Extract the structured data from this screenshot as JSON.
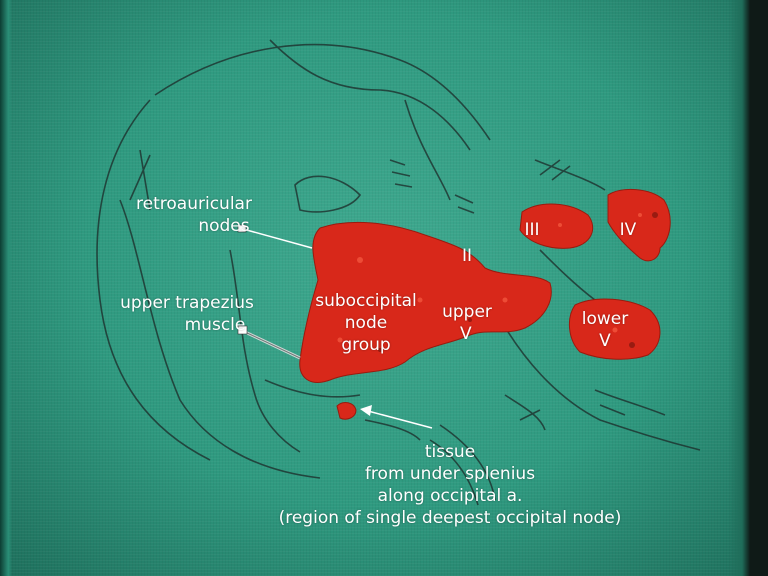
{
  "labels": {
    "retroauricular_line1": "retroauricular",
    "retroauricular_line2": "nodes",
    "upper_trapezius_line1": "upper trapezius",
    "upper_trapezius_line2": "muscle",
    "suboccipital_line1": "suboccipital",
    "suboccipital_line2": "node",
    "suboccipital_line3": "group",
    "level_ii": "II",
    "level_iii": "III",
    "level_iv": "IV",
    "upper_v_line1": "upper",
    "upper_v_line2": "V",
    "lower_v_line1": "lower",
    "lower_v_line2": "V",
    "tissue_line1": "tissue",
    "tissue_line2": "from under splenius",
    "tissue_line3": "along occipital a.",
    "tissue_line4": "(region of single deepest occipital node)"
  },
  "colors": {
    "drape": "#2f9a80",
    "specimen": "#d8281a",
    "label_text": "#ffffff",
    "marker_ink": "#1c2a28"
  }
}
